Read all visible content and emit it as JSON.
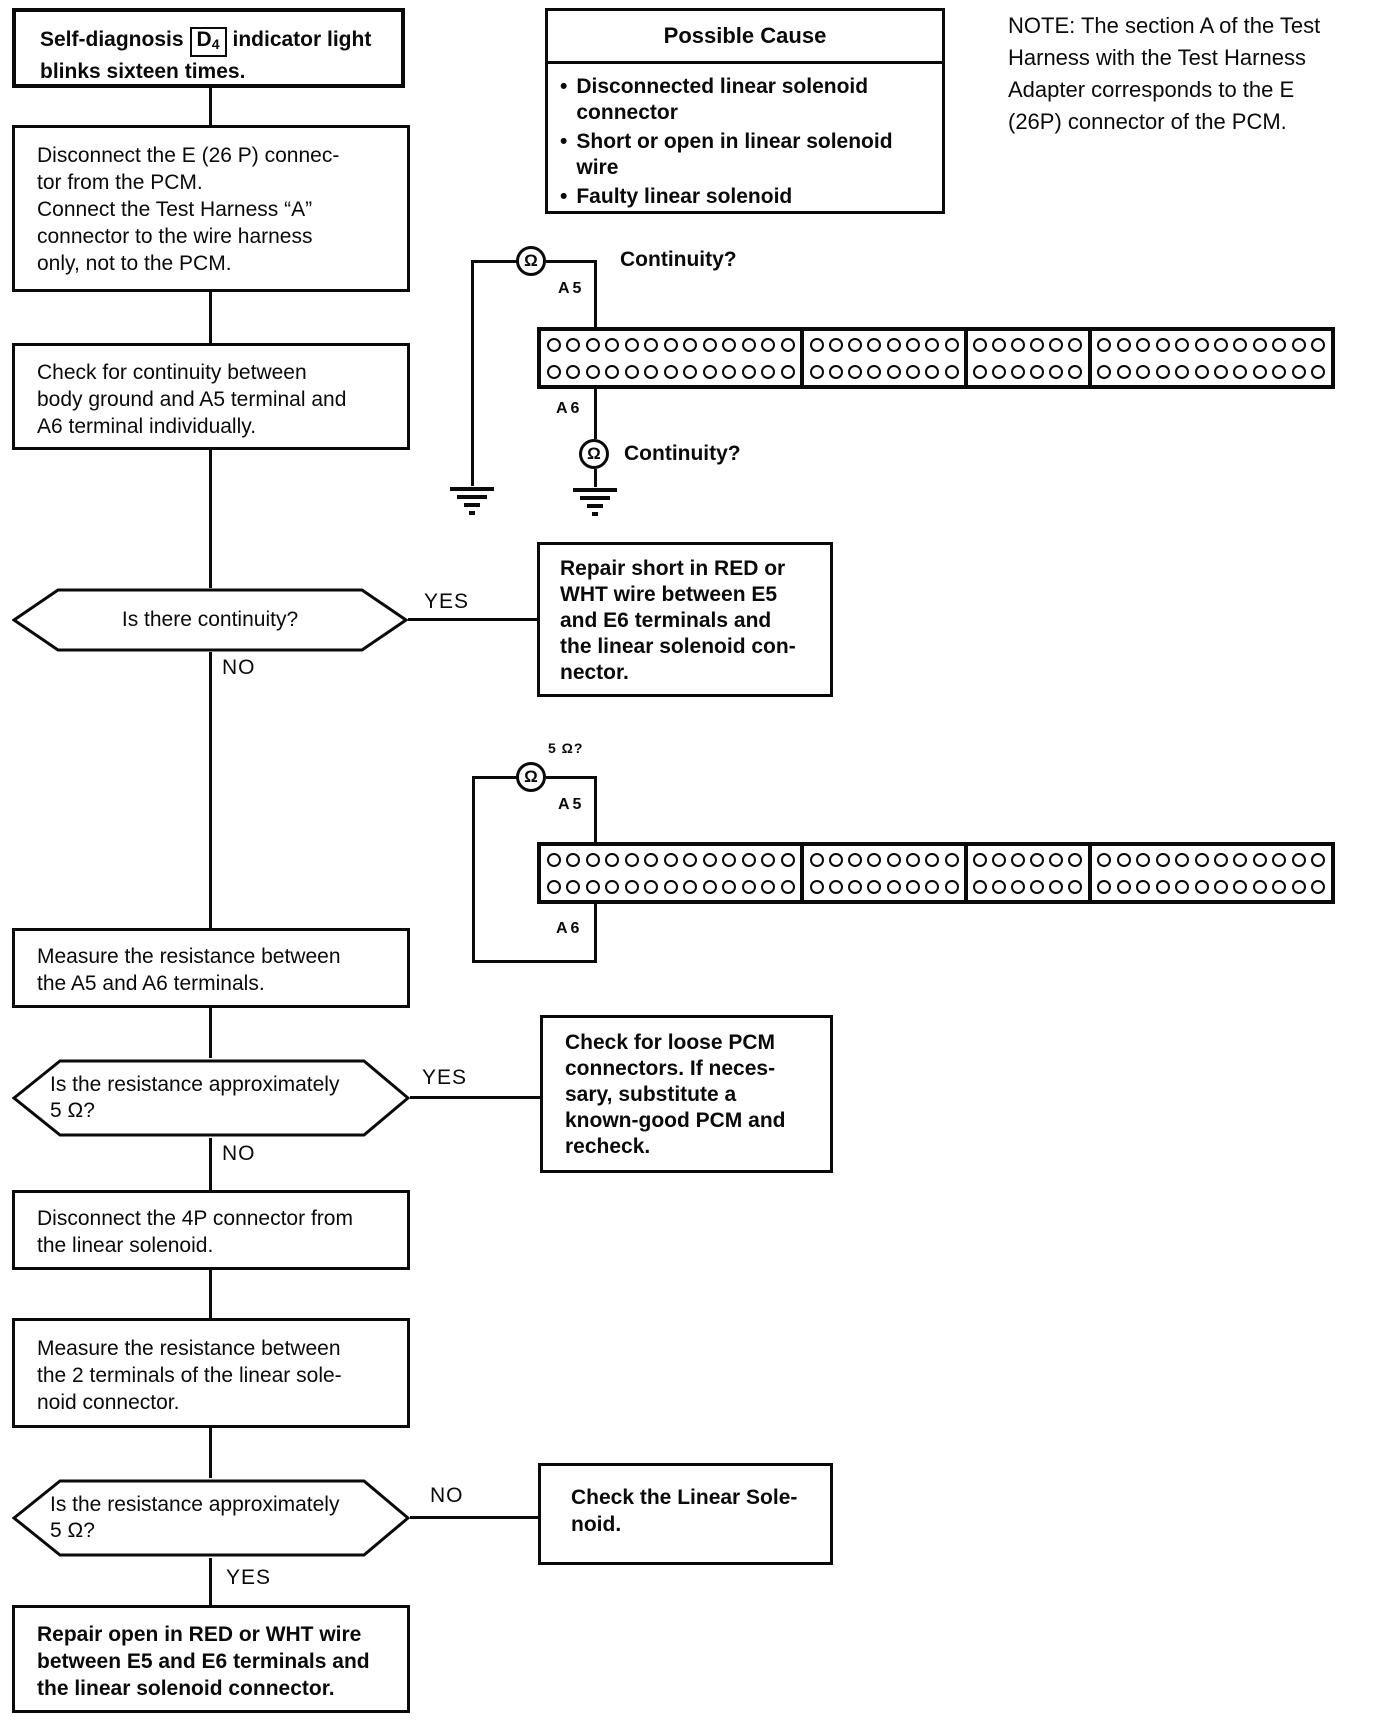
{
  "note": "NOTE:  The section A of the Test\nHarness with the Test Harness\nAdapter corresponds to the E\n(26P) connector of the PCM.",
  "possible_cause": {
    "title": "Possible Cause",
    "bullet": "•",
    "items": {
      "0": "Disconnected linear solenoid\nconnector",
      "1": "Short or open in linear solenoid\nwire",
      "2": "Faulty linear solenoid"
    }
  },
  "start": {
    "pre": "Self-diagnosis",
    "indicator_main": "D",
    "indicator_sub": "4",
    "post": "indicator light",
    "line2": "blinks sixteen times."
  },
  "boxes": {
    "disconnect_e26p": "Disconnect the E (26 P) connec-\ntor from the PCM.\nConnect the Test Harness “A”\nconnector to the wire harness\nonly, not to the PCM.",
    "check_continuity": "Check for continuity between\nbody ground and A5 terminal and\nA6 terminal individually.",
    "measure_a5_a6": "Measure the resistance between\nthe A5 and A6 terminals.",
    "disconnect_4p": "Disconnect the 4P connector from\nthe linear solenoid.",
    "measure_2_terminals": "Measure the resistance between\nthe 2 terminals of the linear sole-\nnoid connector."
  },
  "decisions": {
    "continuity": "Is there continuity?",
    "resistance_1": "Is the resistance approximately\n5 Ω?",
    "resistance_2": "Is the resistance approximately\n5 Ω?"
  },
  "results": {
    "repair_short": "Repair short in RED or\nWHT wire between E5\nand E6 terminals and\nthe linear solenoid con-\nnector.",
    "check_pcm": "Check for loose PCM\nconnectors. If neces-\nsary, substitute a\nknown-good PCM and\nrecheck.",
    "check_solenoid": "Check the Linear Sole-\nnoid.",
    "repair_open": "Repair open in RED or WHT wire\nbetween E5 and E6 terminals and\nthe linear solenoid connector."
  },
  "labels": {
    "yes": "YES",
    "no": "NO",
    "continuity_q": "Continuity?",
    "five_ohm_q": "5 Ω?",
    "a5": "A5",
    "a6": "A6",
    "ohm": "Ω"
  },
  "connector": {
    "sections": [
      13,
      8,
      6,
      12
    ],
    "rows": 2
  }
}
